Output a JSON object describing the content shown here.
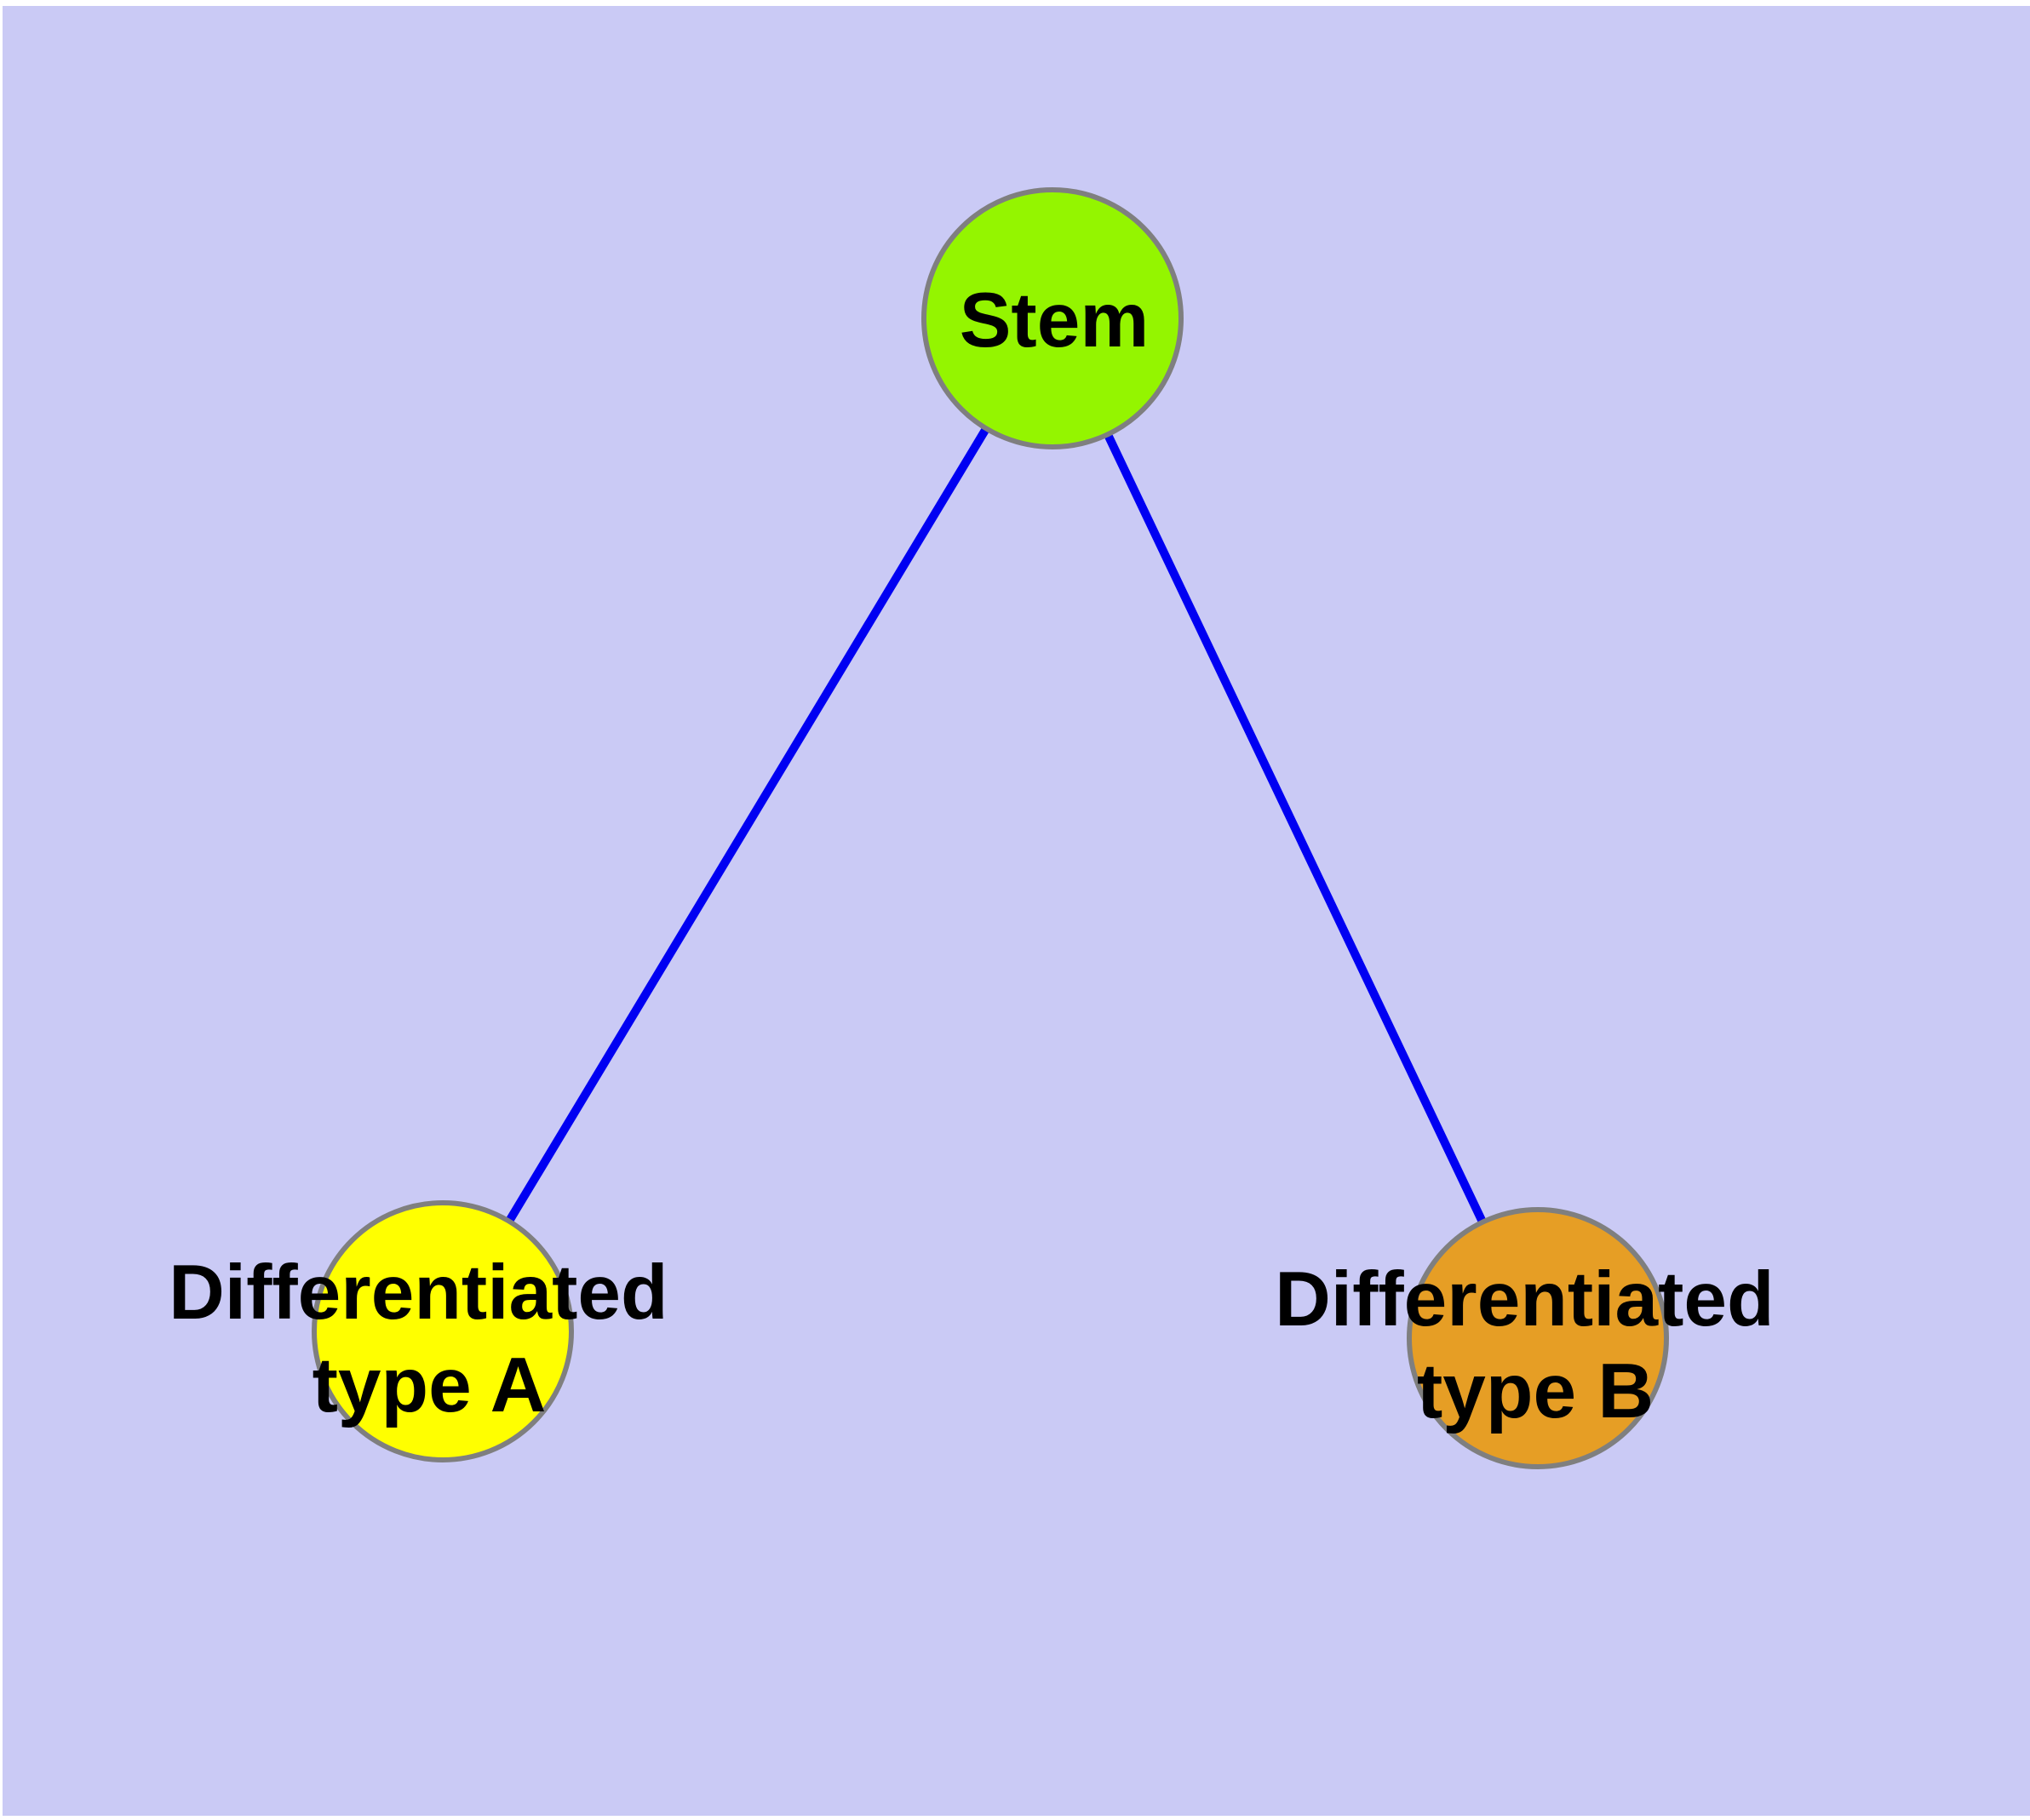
{
  "colors": {
    "page_background": "#FFFFFF",
    "canvas_background": "#CACAF5",
    "edge_blue": "#0000F2",
    "node_stroke_gray": "#7F7F7F",
    "label_black": "#000000",
    "stem_fill": "#94F500",
    "type_a_fill": "#FFFF00",
    "type_b_fill": "#E69E25"
  },
  "nodes": {
    "stem": {
      "label": "Stem"
    },
    "type_a": {
      "line1": "Differentiated",
      "line2": "type A"
    },
    "type_b": {
      "line1": "Differentiated",
      "line2": "type B"
    }
  },
  "edges": [
    {
      "from": "Stem",
      "to": "Differentiated type A"
    },
    {
      "from": "Stem",
      "to": "Differentiated type B"
    }
  ]
}
